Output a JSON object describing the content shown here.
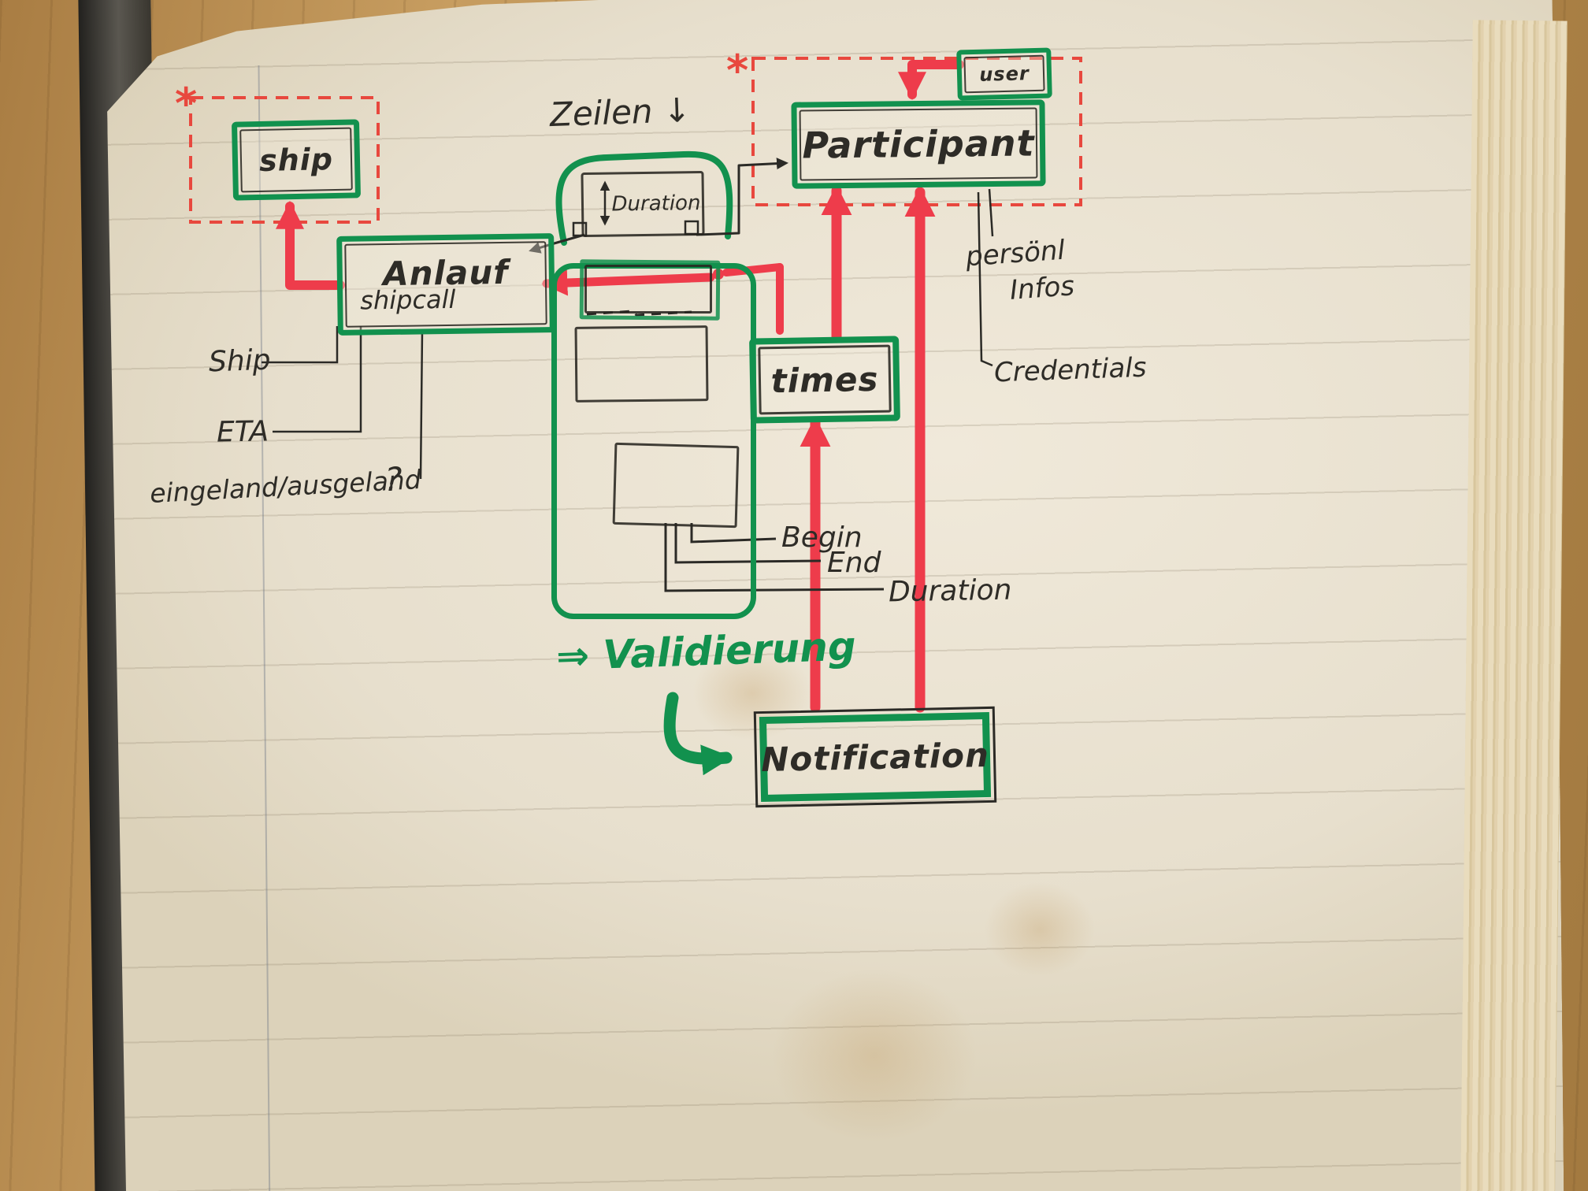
{
  "entities": {
    "ship": {
      "label": "ship"
    },
    "duration_box": {
      "label": "Duration"
    },
    "participant": {
      "label": "Participant"
    },
    "user": {
      "label": "user"
    },
    "anlauf": {
      "label": "Anlauf",
      "sublabel": "shipcall"
    },
    "times": {
      "label": "times"
    },
    "notification": {
      "label": "Notification"
    }
  },
  "annotations": {
    "asterisk_left": "*",
    "asterisk_right": "*",
    "zeilen": "Zeilen ↓",
    "ship_attribute": "Ship",
    "eta": "ETA",
    "in_out": "eingeland/ausgeland",
    "question_mark": "?",
    "personal_info_line1": "persönl",
    "personal_info_line2": "Infos",
    "credentials": "Credentials",
    "begin": "Begin",
    "end": "End",
    "duration": "Duration",
    "validierung": "⇒ Validierung"
  },
  "colors": {
    "marker_green": "#12914e",
    "marker_red": "#ee3c4b",
    "ink": "#2b2a26",
    "page": "#eae3d3"
  }
}
